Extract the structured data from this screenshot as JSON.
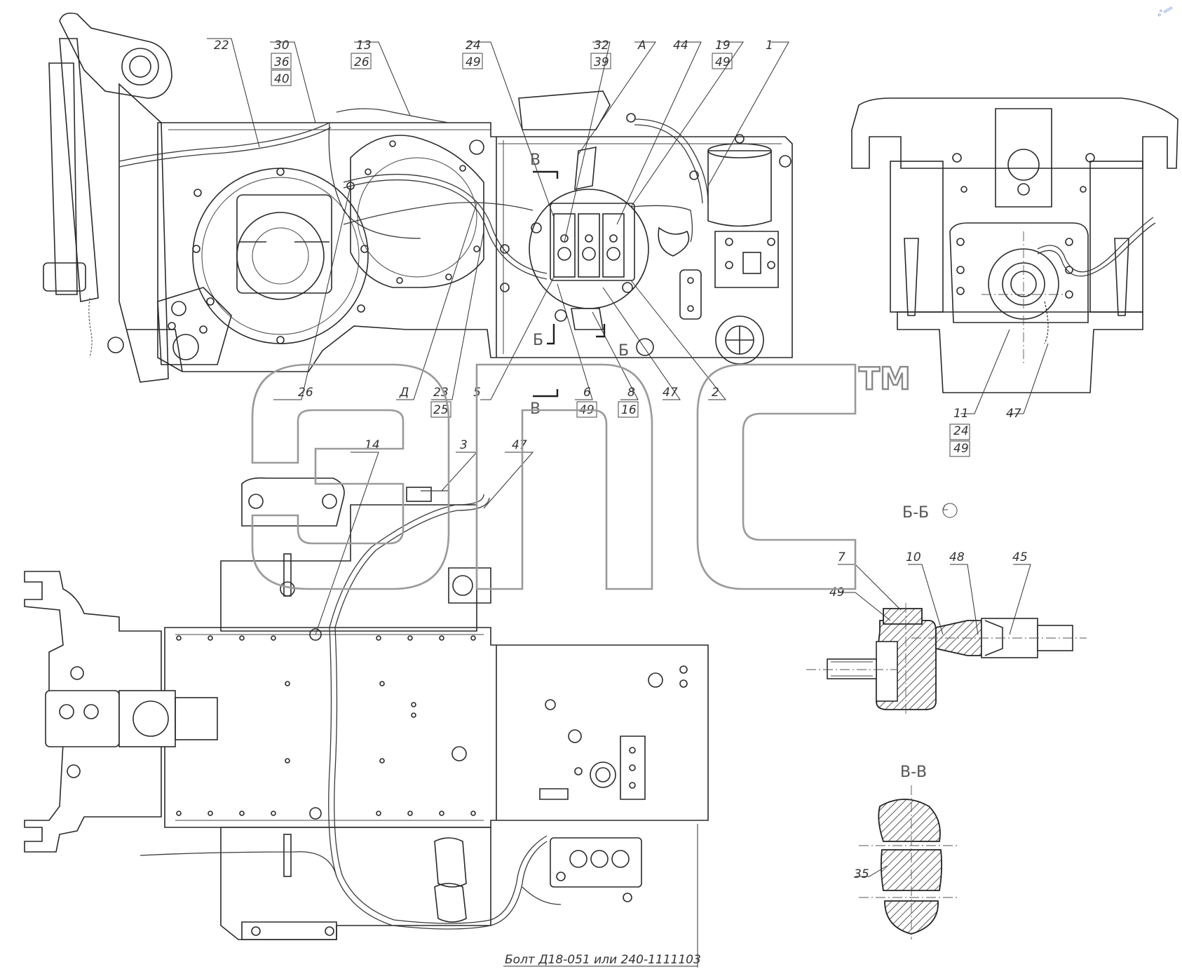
{
  "top_view": {
    "labels": [
      {
        "text": "22"
      },
      {
        "text": "30"
      },
      {
        "text": "36"
      },
      {
        "text": "40"
      },
      {
        "text": "13"
      },
      {
        "text": "26"
      },
      {
        "text": "24"
      },
      {
        "text": "49"
      },
      {
        "text": "32"
      },
      {
        "text": "39"
      },
      {
        "text": "А"
      },
      {
        "text": "44"
      },
      {
        "text": "19"
      },
      {
        "text": "49"
      },
      {
        "text": "1"
      },
      {
        "text": "26"
      },
      {
        "text": "Д"
      },
      {
        "text": "23"
      },
      {
        "text": "25"
      },
      {
        "text": "5"
      },
      {
        "text": "6"
      },
      {
        "text": "49"
      },
      {
        "text": "8"
      },
      {
        "text": "16"
      },
      {
        "text": "47"
      },
      {
        "text": "2"
      },
      {
        "text": "В"
      },
      {
        "text": "В"
      },
      {
        "text": "Б"
      },
      {
        "text": "Б"
      }
    ]
  },
  "rear_view": {
    "labels": [
      {
        "text": "11"
      },
      {
        "text": "24"
      },
      {
        "text": "49"
      },
      {
        "text": "47"
      }
    ]
  },
  "bottom_view": {
    "labels": [
      {
        "text": "14"
      },
      {
        "text": "3"
      },
      {
        "text": "47"
      }
    ],
    "note": "Болт Д18-051 или 240-1111103"
  },
  "section_bb": {
    "title": "Б-Б",
    "labels": [
      {
        "text": "49"
      },
      {
        "text": "7"
      },
      {
        "text": "10"
      },
      {
        "text": "48"
      },
      {
        "text": "45"
      }
    ]
  },
  "section_vv": {
    "title": "В-В",
    "labels": [
      {
        "text": "35"
      }
    ]
  },
  "watermark": {
    "letters": "эпс",
    "trademark": "TM"
  },
  "corner_mark": "ℴ°ℴℴℴ"
}
